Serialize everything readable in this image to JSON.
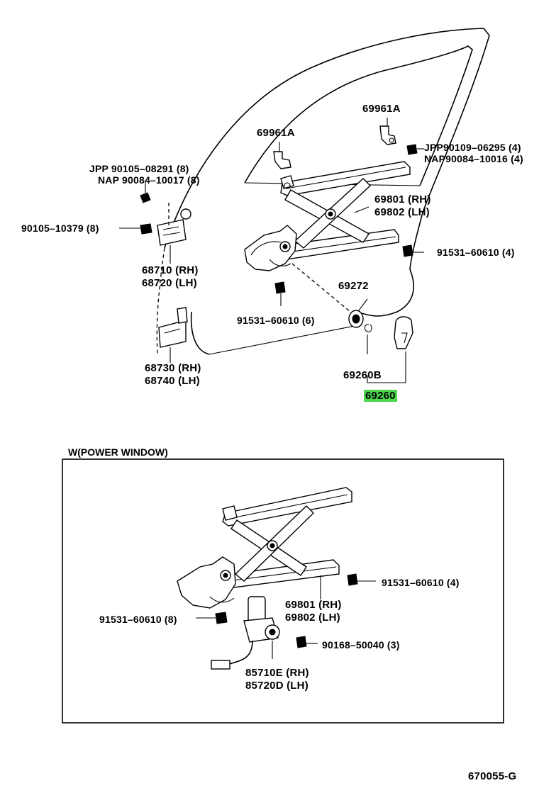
{
  "diagram": {
    "code": "670055-G",
    "section_title": "W(POWER WINDOW)",
    "upper_labels": {
      "bracket_top_right": "69961A",
      "bracket_top_left": "69961A",
      "bolt_jpp_top_right": "JPP90109–06295 (4)",
      "bolt_nap_top_right": "NAP90084–10016 (4)",
      "bolt_jpp_left": "JPP 90105–08291 (8)",
      "bolt_nap_left": "NAP 90084–10017 (8)",
      "bolt_hinge": "90105–10379 (8)",
      "regulator_rh": "69801 (RH)",
      "regulator_lh": "69802 (LH)",
      "screw_right": "91531–60610 (4)",
      "upper_hinge_rh": "68710 (RH)",
      "upper_hinge_lh": "68720 (LH)",
      "handle_seat": "69272",
      "screw_bottom": "91531–60610 (6)",
      "lower_hinge_rh": "68730 (RH)",
      "lower_hinge_lh": "68740 (LH)",
      "clip": "69260B",
      "handle_assy": "69260"
    },
    "lower_labels": {
      "screw_right": "91531–60610 (4)",
      "regulator_rh": "69801 (RH)",
      "regulator_lh": "69802 (LH)",
      "screw_left": "91531–60610 (8)",
      "motor_bolt": "90168–50040 (3)",
      "motor_rh": "85710E (RH)",
      "motor_lh": "85720D (LH)"
    },
    "highlight_color": "#4cd64c"
  }
}
